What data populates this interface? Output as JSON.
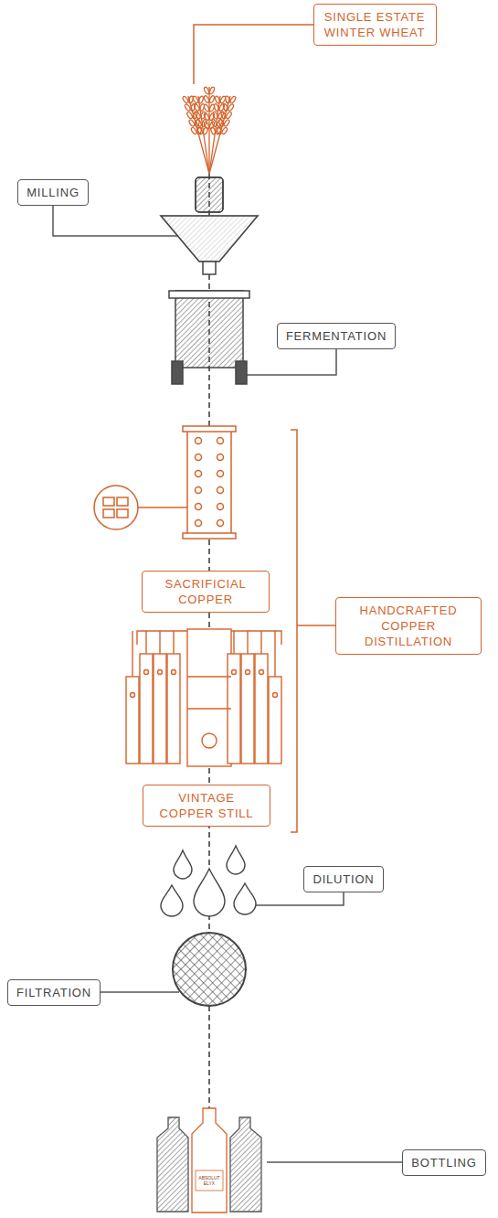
{
  "diagram": {
    "nodes": [
      {
        "text": [
          "SINGLE ESTATE WINTER WHEAT"
        ]
      },
      {
        "text": [
          "MILLING"
        ]
      },
      {
        "text": [
          "FERMENTATION"
        ]
      },
      {
        "text": [
          "SACRIFICIAL COPPER"
        ]
      },
      {
        "text": [
          "HANDCRAFTED COPPER DISTILLATION"
        ]
      },
      {
        "text": [
          "VINTAGE COPPER STILL"
        ]
      },
      {
        "text": [
          "DILUTION"
        ]
      },
      {
        "text": [
          "FILTRATION"
        ]
      },
      {
        "text": [
          "BOTTLING"
        ]
      }
    ],
    "labels": [
      "ABSOLUT ELYX"
    ]
  }
}
